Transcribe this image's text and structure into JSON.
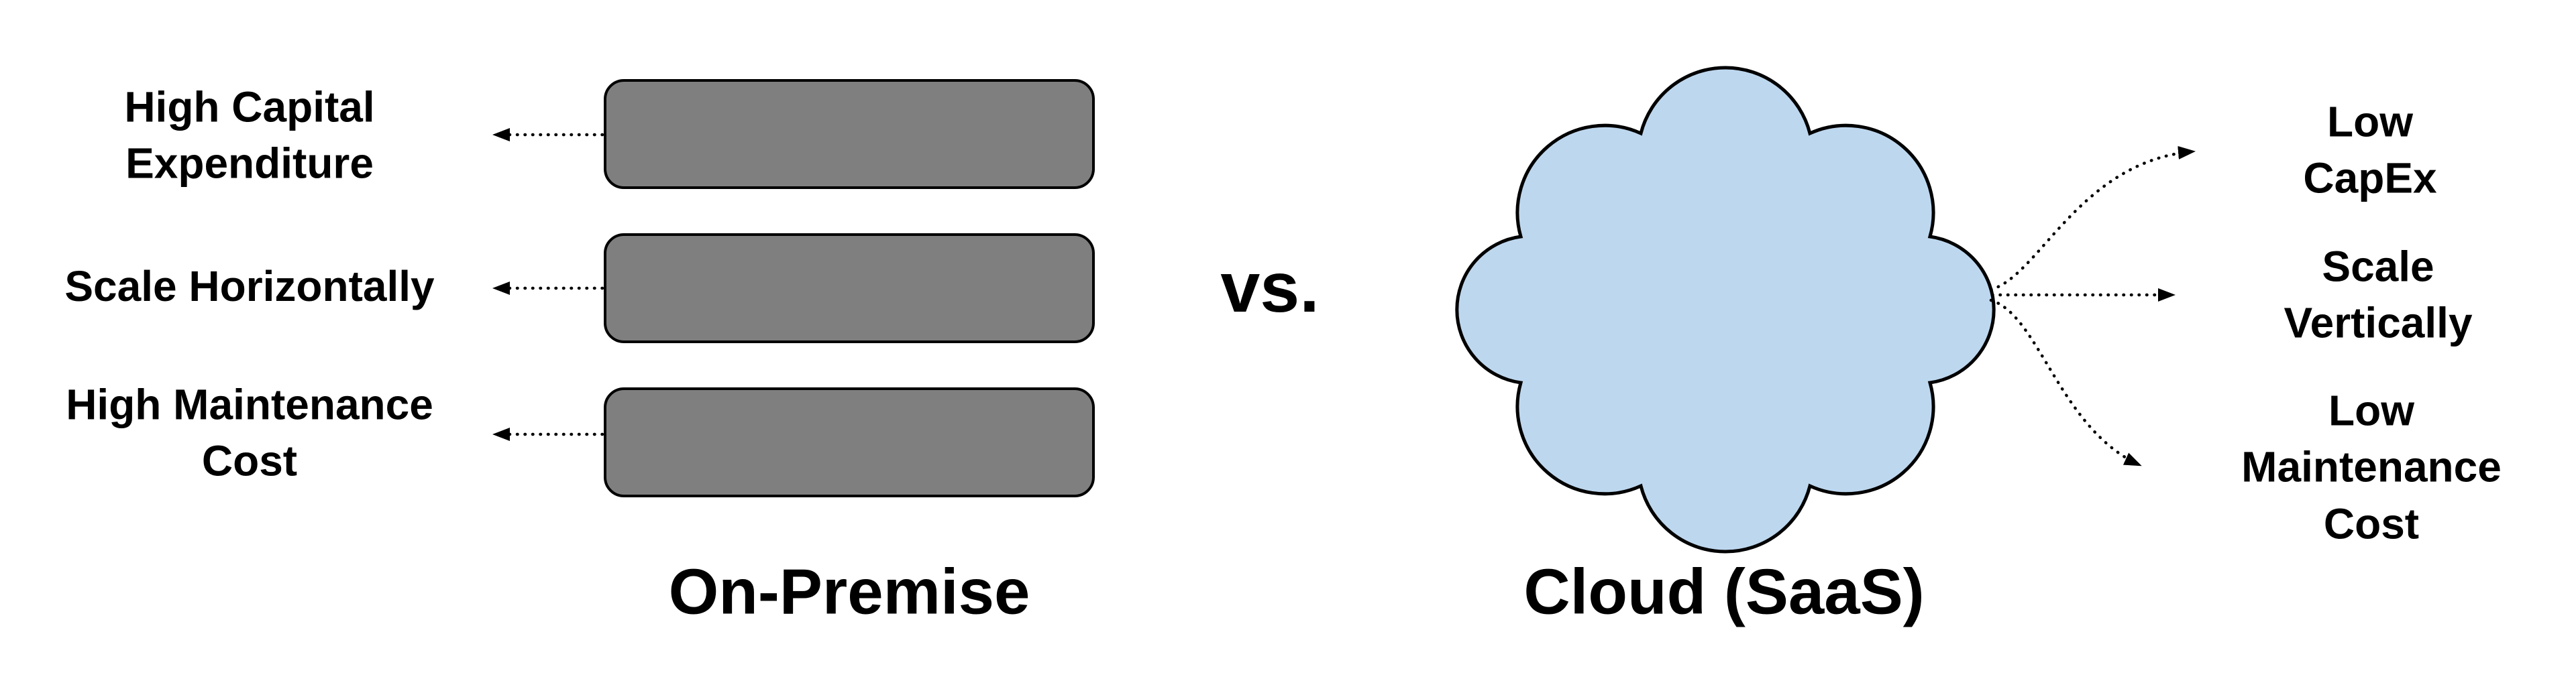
{
  "diagram": {
    "vs_label": "vs.",
    "left": {
      "title": "On-Premise",
      "items": [
        {
          "label": "High Capital\nExpenditure"
        },
        {
          "label": "Scale Horizontally"
        },
        {
          "label": "High Maintenance\nCost"
        }
      ]
    },
    "right": {
      "title": "Cloud (SaaS)",
      "items": [
        {
          "label": "Low CapEx"
        },
        {
          "label": "Scale Vertically"
        },
        {
          "label": "Low Maintenance\nCost"
        }
      ]
    },
    "colors": {
      "server_box_fill": "#7f7f7f",
      "cloud_fill": "#bdd7ee",
      "outline": "#000000",
      "text": "#000000"
    }
  }
}
